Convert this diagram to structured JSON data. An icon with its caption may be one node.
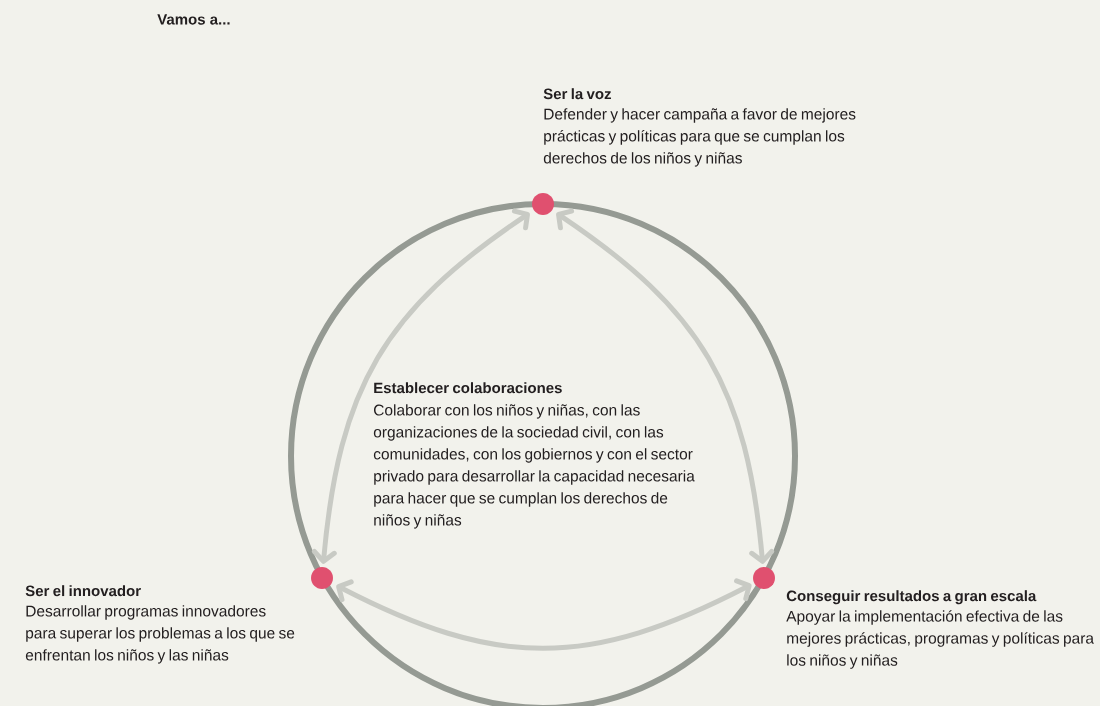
{
  "diagram": {
    "title": "Vamos a...",
    "nodes": [
      {
        "text": [],
        "shape": "circle",
        "beside": [
          "Ser la voz",
          "Defender y hacer campaña a favor de mejores prácticas y políticas para que se cumplan los derechos de los niños y niñas"
        ]
      },
      {
        "text": [],
        "shape": "circle",
        "beside": [
          "Ser el innovador",
          "Desarrollar programas innovadores para superar los problemas a los que se enfrentan los niños y las niñas"
        ]
      },
      {
        "text": [],
        "shape": "circle",
        "beside": [
          "Conseguir resultados a gran escala",
          "Apoyar la implementación efectiva de las mejores prácticas, programas y políticas para los niños y niñas"
        ]
      }
    ],
    "edges": [
      {
        "from": 0,
        "to": 1,
        "arrow": "both"
      },
      {
        "from": 0,
        "to": 2,
        "arrow": "both"
      },
      {
        "from": 1,
        "to": 2,
        "arrow": "both"
      }
    ],
    "labels": [
      "Establecer colaboraciones",
      "Colaborar con los niños y niñas, con las organizaciones de la sociedad civil, con las comunidades, con los gobiernos y con el sector privado para desarrollar la capacidad necesaria para hacer que se cumplan los derechos de niños y niñas"
    ]
  }
}
